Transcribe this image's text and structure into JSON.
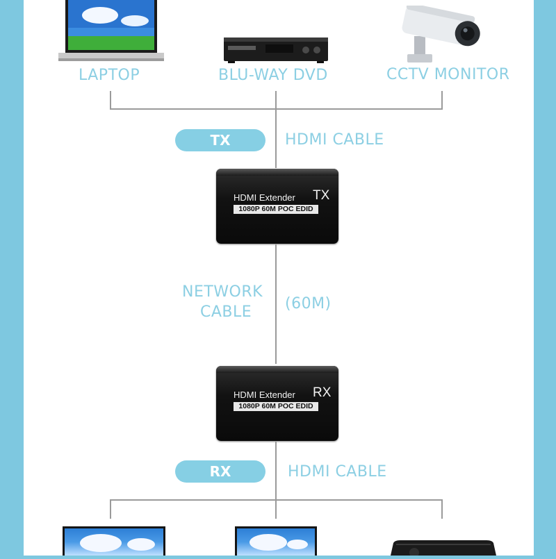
{
  "sources": [
    {
      "label": "LAPTOP",
      "icon": "laptop-icon"
    },
    {
      "label": "BLU-WAY DVD",
      "icon": "dvd-player-icon"
    },
    {
      "label": "CCTV MONITOR",
      "icon": "cctv-camera-icon"
    }
  ],
  "tx_link": {
    "pill": "TX",
    "cable": "HDMI CABLE"
  },
  "tx_device": {
    "title": "HDMI Extender",
    "tag": "TX",
    "subtitle": "1080P 60M POC EDID"
  },
  "network": {
    "line1": "NETWORK",
    "line2": "CABLE",
    "length": "(60M)"
  },
  "rx_device": {
    "title": "HDMI Extender",
    "tag": "RX",
    "subtitle": "1080P 60M POC EDID"
  },
  "rx_link": {
    "pill": "RX",
    "cable": "HDMI CABLE"
  },
  "outputs": [
    {
      "icon": "monitor-icon"
    },
    {
      "icon": "monitor-icon"
    },
    {
      "icon": "projector-icon"
    }
  ],
  "colors": {
    "side_band": "#7ec8e0",
    "accent_text": "#8ccfe3",
    "pill": "#86cfe4",
    "connector": "#9a9a9a"
  }
}
